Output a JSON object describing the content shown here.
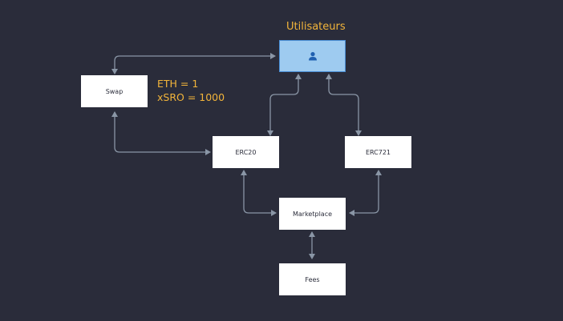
{
  "diagram": {
    "title": "Utilisateurs",
    "users_icon": "user-icon",
    "nodes": {
      "swap": "Swap",
      "erc20": "ERC20",
      "erc721": "ERC721",
      "marketplace": "Marketplace",
      "fees": "Fees"
    },
    "rates": [
      "ETH = 1",
      "xSRO = 1000"
    ],
    "colors": {
      "background": "#2a2c3a",
      "accent": "#f2b43a",
      "users_fill": "#9ecbf0",
      "users_icon": "#1f5fb0",
      "connector": "#8a96a6"
    }
  }
}
